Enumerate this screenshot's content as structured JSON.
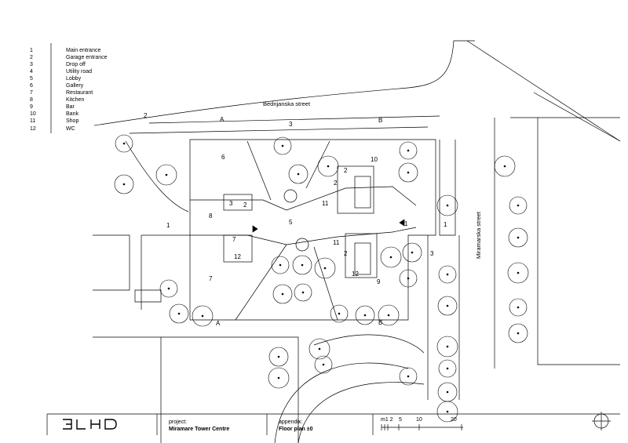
{
  "legend": [
    {
      "num": "1",
      "label": "Main entrance"
    },
    {
      "num": "2",
      "label": "Garage entrance"
    },
    {
      "num": "3",
      "label": "Drop off"
    },
    {
      "num": "4",
      "label": "Utility road"
    },
    {
      "num": "5",
      "label": "Lobby"
    },
    {
      "num": "6",
      "label": "Gallery"
    },
    {
      "num": "7",
      "label": "Restaurant"
    },
    {
      "num": "8",
      "label": "Kitchen"
    },
    {
      "num": "9",
      "label": "Bar"
    },
    {
      "num": "10",
      "label": "Bank"
    },
    {
      "num": "11",
      "label": "Shop"
    },
    {
      "num": "12",
      "label": "WC"
    }
  ],
  "streets": {
    "top": "Bednjanska street",
    "right": "Miramarska street"
  },
  "plan_labels": [
    "1",
    "2",
    "3",
    "5",
    "6",
    "7",
    "8",
    "9",
    "10",
    "11",
    "2",
    "11",
    "2",
    "12",
    "2",
    "12",
    "7",
    "1",
    "3",
    "1",
    "2",
    "3",
    "A",
    "B",
    "B",
    "A"
  ],
  "titleblock": {
    "logo": "3LHD",
    "project_label": "project:",
    "project_value": "Miramare Tower Centre",
    "appendix_label": "appendix:",
    "appendix_value": "Floor plan ±0",
    "scale_labels": [
      "m1 2",
      "5",
      "10",
      "20"
    ]
  }
}
